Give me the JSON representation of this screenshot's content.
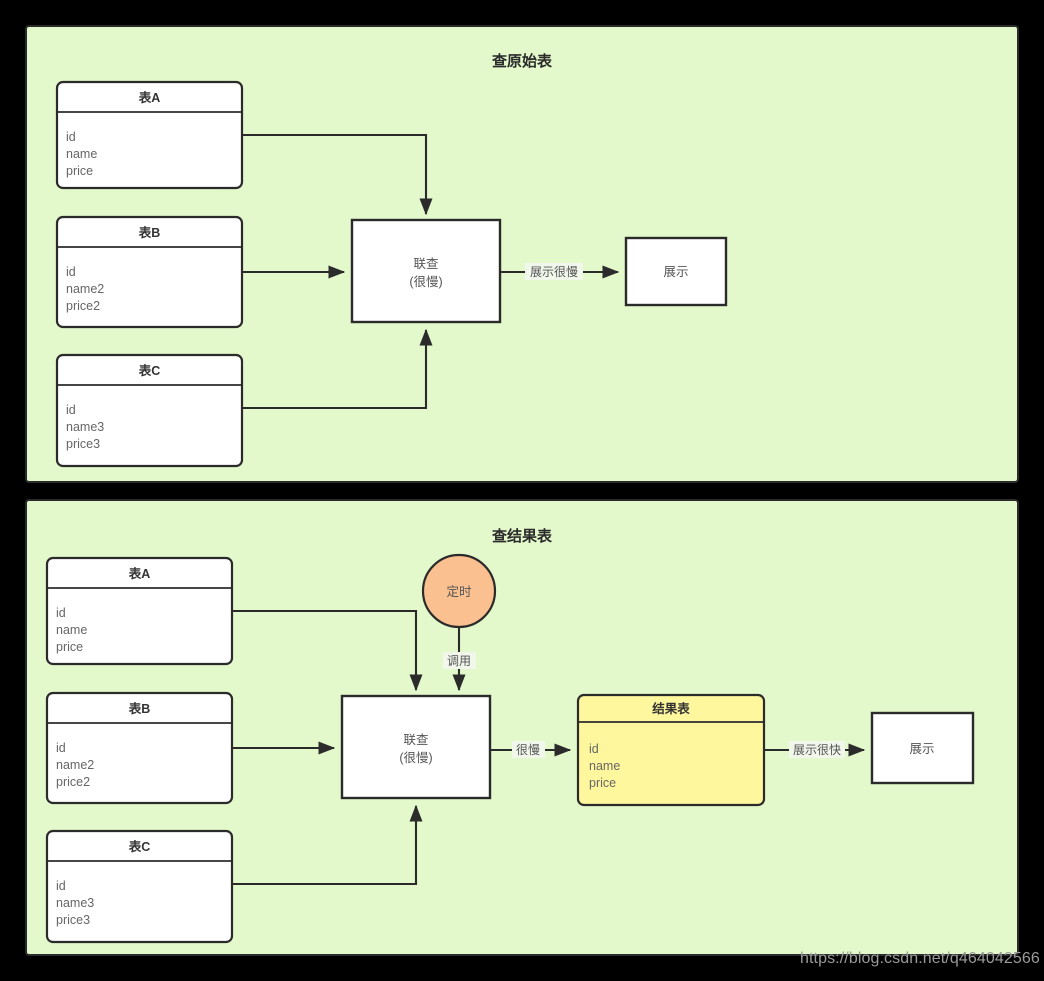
{
  "meta": {
    "watermark": "https://blog.csdn.net/q464042566",
    "background_color": "#000000"
  },
  "colors": {
    "panel_fill": "#e3f8cb",
    "card_fill": "#ffffff",
    "result_table_fill": "#fff79e",
    "timer_circle_fill": "#fac090",
    "stroke": "#2b2b2b",
    "field_text": "#666666"
  },
  "panels": [
    {
      "id": "panel-original",
      "title": "查原始表",
      "tables": [
        {
          "id": "table-a",
          "title": "表A",
          "fields": [
            "id",
            "name",
            "price"
          ]
        },
        {
          "id": "table-b",
          "title": "表B",
          "fields": [
            "id",
            "name2",
            "price2"
          ]
        },
        {
          "id": "table-c",
          "title": "表C",
          "fields": [
            "id",
            "name3",
            "price3"
          ]
        }
      ],
      "process": {
        "id": "join-slow",
        "line1": "联查",
        "line2": "(很慢)"
      },
      "display": {
        "id": "display-slow",
        "label": "展示"
      },
      "edges": [
        {
          "id": "edge-a-to-join",
          "label": ""
        },
        {
          "id": "edge-b-to-join",
          "label": ""
        },
        {
          "id": "edge-c-to-join",
          "label": ""
        },
        {
          "id": "edge-join-to-display",
          "label": "展示很慢"
        }
      ]
    },
    {
      "id": "panel-result",
      "title": "查结果表",
      "tables": [
        {
          "id": "table-a2",
          "title": "表A",
          "fields": [
            "id",
            "name",
            "price"
          ]
        },
        {
          "id": "table-b2",
          "title": "表B",
          "fields": [
            "id",
            "name2",
            "price2"
          ]
        },
        {
          "id": "table-c2",
          "title": "表C",
          "fields": [
            "id",
            "name3",
            "price3"
          ]
        }
      ],
      "process": {
        "id": "join-slow-2",
        "line1": "联查",
        "line2": "(很慢)"
      },
      "timer": {
        "id": "timer-node",
        "label": "定时"
      },
      "result_table": {
        "id": "result-table",
        "title": "结果表",
        "fields": [
          "id",
          "name",
          "price"
        ]
      },
      "display": {
        "id": "display-fast",
        "label": "展示"
      },
      "edges": [
        {
          "id": "edge-a2-to-join",
          "label": ""
        },
        {
          "id": "edge-b2-to-join",
          "label": ""
        },
        {
          "id": "edge-c2-to-join",
          "label": ""
        },
        {
          "id": "edge-timer-to-join",
          "label": "调用"
        },
        {
          "id": "edge-join-to-result",
          "label": "很慢"
        },
        {
          "id": "edge-result-to-display",
          "label": "展示很快"
        }
      ]
    }
  ]
}
